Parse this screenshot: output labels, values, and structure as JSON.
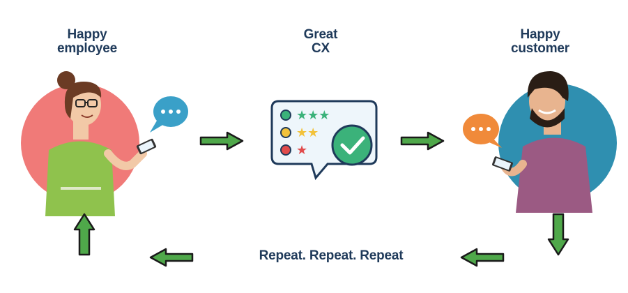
{
  "nodes": {
    "employee": {
      "line1": "Happy",
      "line2": "employee"
    },
    "cx": {
      "line1": "Great",
      "line2": "CX"
    },
    "customer": {
      "line1": "Happy",
      "line2": "customer"
    }
  },
  "cycle_label": "Repeat. Repeat. Repeat",
  "colors": {
    "text": "#1f3a5a",
    "employee_circle": "#f07a78",
    "customer_circle": "#2f8fb0",
    "arrow_fill": "#4fa84a",
    "arrow_outline": "#1a1a1a",
    "check_green": "#3bb27a",
    "chat_blue": "#3aa0c8",
    "chat_orange": "#f08a3a"
  },
  "icons": [
    "speech-bubble-icon",
    "star-rating-icon",
    "checkmark-icon",
    "arrow-right-icon",
    "arrow-left-icon",
    "arrow-up-icon",
    "arrow-down-icon"
  ]
}
